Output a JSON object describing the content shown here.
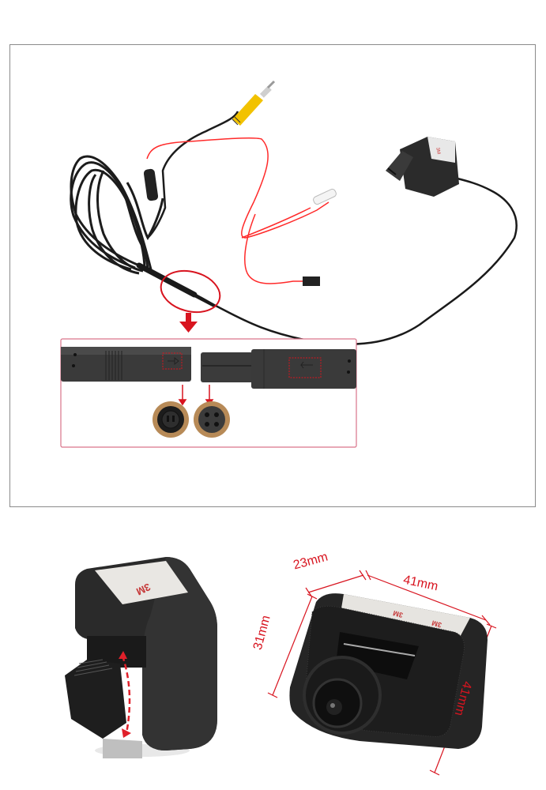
{
  "top_panel": {
    "description": "Rear camera with extension cable, RCA video plug, red power wires and detachable 4-pin connector",
    "detail_inset": {
      "description": "Close-up of connector halves with alignment arrows and 4-pin male / female ends"
    }
  },
  "bottom_left_photo": {
    "description": "Camera module with 3M adhesive pad on top and rotatable lens angle indicator",
    "adhesive_label": "3M",
    "rotation_indicator": "curved dashed red double arrow"
  },
  "bottom_right_photo": {
    "description": "Camera module with dimension annotations",
    "dimensions": {
      "depth": "23mm",
      "width": "41mm",
      "height_front": "31mm",
      "height_side": "41mm"
    },
    "adhesive_label": "3M"
  },
  "colors": {
    "annotation_red": "#d8141f",
    "inset_border": "#d9738a",
    "panel_border": "#8a8a8a",
    "rca_yellow": "#f2c200",
    "wire_red": "#ff2a2a",
    "cable_black": "#1a1a1a"
  }
}
